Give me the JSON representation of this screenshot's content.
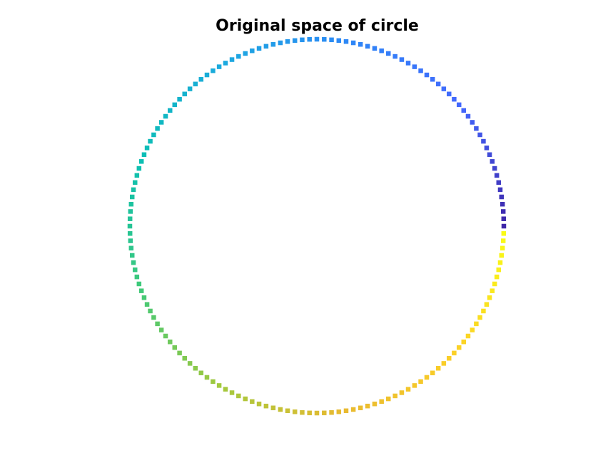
{
  "chart_data": {
    "type": "scatter",
    "title": "Original space of circle",
    "xlabel": "",
    "ylabel": "",
    "grid": false,
    "axes_visible": false,
    "marker": "square",
    "colormap": "parula",
    "series": [
      {
        "shape": "circle",
        "center": [
          0,
          0
        ],
        "radius": 1,
        "point_count": 160,
        "angle_start_deg": 0,
        "angle_end_deg": 360,
        "color_stops": [
          "#3e26a8",
          "#4367fd",
          "#2e87f7",
          "#1ca9df",
          "#0bbfb4",
          "#3ec97a",
          "#a2c93e",
          "#e9ba31",
          "#fbd027",
          "#f9fb15"
        ]
      }
    ]
  }
}
